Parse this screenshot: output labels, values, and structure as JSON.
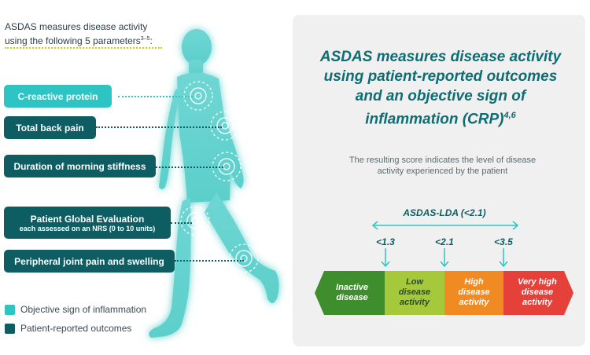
{
  "left": {
    "intro_line1": "ASDAS measures disease activity",
    "intro_line2": "using the following 5 parameters",
    "intro_sup": "3–5",
    "intro_suffix": ":",
    "parameters": [
      {
        "label": "C-reactive protein",
        "type": "objective"
      },
      {
        "label": "Total back pain",
        "type": "patient"
      },
      {
        "label": "Duration of morning stiffness",
        "type": "patient"
      },
      {
        "label": "Patient Global Evaluation",
        "sublabel": "each assessed on an NRS (0 to 10 units)",
        "type": "patient"
      },
      {
        "label": "Peripheral joint pain and swelling",
        "type": "patient"
      }
    ],
    "legend": [
      {
        "label": "Objective sign of inflammation",
        "color": "#2ec4c4"
      },
      {
        "label": "Patient-reported outcomes",
        "color": "#0e5d63"
      }
    ]
  },
  "right": {
    "headline_line1": "ASDAS measures disease activity",
    "headline_line2": "using patient-reported outcomes",
    "headline_line3": "and an objective sign of",
    "headline_line4": "inflammation (CRP)",
    "headline_sup": "4,6",
    "subtext_line1": "The resulting score indicates the level of disease",
    "subtext_line2": "activity experienced by the patient",
    "lda_label": "ASDAS-LDA (<2.1)",
    "thresholds": [
      "<1.3",
      "<2.1",
      "<3.5"
    ],
    "segments": [
      {
        "line1": "Inactive",
        "line2": "disease",
        "line3": "",
        "color": "#3f8e2e"
      },
      {
        "line1": "Low",
        "line2": "disease",
        "line3": "activity",
        "color": "#a5c93a"
      },
      {
        "line1": "High",
        "line2": "disease",
        "line3": "activity",
        "color": "#f08a22"
      },
      {
        "line1": "Very high",
        "line2": "disease",
        "line3": "activity",
        "color": "#e5403a"
      }
    ]
  },
  "colors": {
    "objective": "#2ec4c4",
    "patient": "#0e5d63",
    "accent_text": "#0e6d72",
    "panel_bg": "#f0f0f0"
  }
}
